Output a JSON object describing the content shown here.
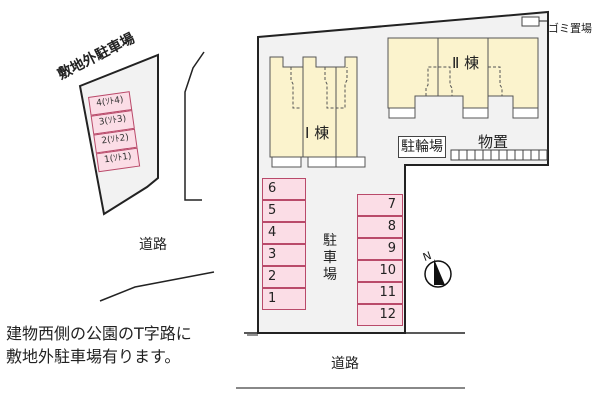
{
  "colors": {
    "site_fill": "#f2f2f2",
    "building_fill": "#fbf3cd",
    "stall_fill": "#fbdde6",
    "stall_border": "#b94a6a",
    "line": "#222222"
  },
  "offsite_parking": {
    "title": "敷地外駐車場",
    "stalls": [
      {
        "label": "4(ｿﾄ4)"
      },
      {
        "label": "3(ｿﾄ3)"
      },
      {
        "label": "2(ｿﾄ2)"
      },
      {
        "label": "1(ｿﾄ1)"
      }
    ]
  },
  "buildings": {
    "building_1": {
      "label": "Ⅰ 棟"
    },
    "building_2": {
      "label": "Ⅱ 棟"
    }
  },
  "facilities": {
    "bicycle_parking": "駐輪場",
    "storage": "物置",
    "garbage": "ゴミ置場"
  },
  "parking": {
    "label_chars": [
      "駐",
      "車",
      "場"
    ],
    "left_column": [
      {
        "label": "6"
      },
      {
        "label": "5"
      },
      {
        "label": "4"
      },
      {
        "label": "3"
      },
      {
        "label": "2"
      },
      {
        "label": "1"
      }
    ],
    "right_column": [
      {
        "label": "7"
      },
      {
        "label": "8"
      },
      {
        "label": "9"
      },
      {
        "label": "10"
      },
      {
        "label": "11"
      },
      {
        "label": "12"
      }
    ]
  },
  "roads": {
    "west_road": "道路",
    "south_road": "道路"
  },
  "compass": {
    "label": "N"
  },
  "note": {
    "line1": "建物西側の公園のT字路に",
    "line2": "敷地外駐車場有ります。"
  }
}
